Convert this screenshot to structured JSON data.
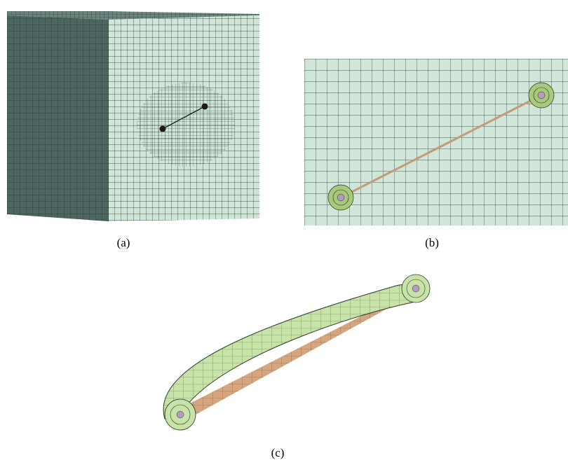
{
  "figure": {
    "panels": [
      {
        "id": "a",
        "caption": "(a)"
      },
      {
        "id": "b",
        "caption": "(b)"
      },
      {
        "id": "c",
        "caption": "(c)"
      }
    ],
    "colors": {
      "mesh_face_light": "#cfe6d8",
      "mesh_face_dark": "#4d6560",
      "mesh_top": "#6d8580",
      "mesh_line": "#1d2e2a",
      "crack_line": "#c39a7c",
      "crack_tip_zone": "#a8c97a",
      "tube_surface": "#c8e3a8",
      "tube_inner": "#d6a57e"
    }
  }
}
